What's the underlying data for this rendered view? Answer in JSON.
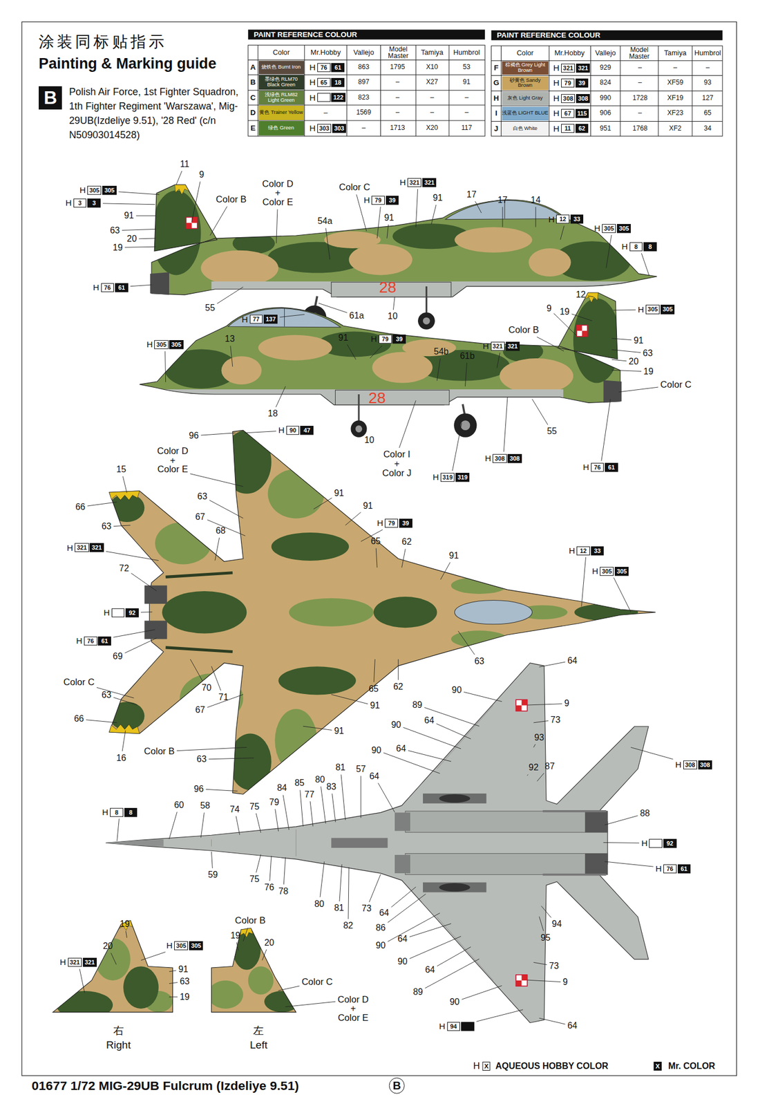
{
  "diagram": {
    "title": "Painting & Marking guide",
    "caption": "01677 1/72 MIG-29UB Fulcrum (Izdeliye 9.51)",
    "nodes": [
      {
        "text": [
          "B"
        ]
      }
    ],
    "labels": [
      "涂装同标贴指示",
      "Polish Air Force, 1st Fighter Squadron, 1th Fighter Regiment 'Warszawa', Mig-29UB(Izdeliye 9.51), '28 Red' (c/n N50903014528)",
      "PAINT REFERENCE COLOUR",
      "Color",
      "Mr.Hobby",
      "Vallejo",
      "Model Master",
      "Tamiya",
      "Humbrol",
      "A",
      "H",
      "76",
      "61",
      "863",
      "1795",
      "X10",
      "53",
      "B",
      "H",
      "65",
      "18",
      "897",
      "–",
      "X27",
      "91",
      "C",
      "H",
      "122",
      "823",
      "–",
      "–",
      "–",
      "D",
      "–",
      "1569",
      "–",
      "–",
      "–",
      "E",
      "H",
      "303",
      "303",
      "–",
      "1713",
      "X20",
      "117",
      "PAINT REFERENCE COLOUR",
      "Color",
      "Mr.Hobby",
      "Vallejo",
      "Model Master",
      "Tamiya",
      "Humbrol",
      "F",
      "H",
      "321",
      "321",
      "929",
      "–",
      "–",
      "–",
      "G",
      "H",
      "79",
      "39",
      "824",
      "–",
      "XF59",
      "93",
      "H",
      "H",
      "308",
      "308",
      "990",
      "1728",
      "XF19",
      "127",
      "I",
      "H",
      "67",
      "115",
      "906",
      "–",
      "XF23",
      "65",
      "J",
      "H",
      "11",
      "62",
      "951",
      "1768",
      "XF2",
      "34",
      "11",
      "9",
      "H",
      "305",
      "305",
      "H",
      "3",
      "3",
      "91",
      "63",
      "20",
      "19",
      "H",
      "76",
      "61",
      "Color B",
      "Color D",
      "+",
      "Color E",
      "54a",
      "Color C",
      "H",
      "321",
      "321",
      "H",
      "79",
      "39",
      "91",
      "91",
      "17",
      "17",
      "14",
      "H",
      "12",
      "33",
      "H",
      "305",
      "305",
      "H",
      "8",
      "8",
      "55",
      "H",
      "77",
      "137",
      "61a",
      "10",
      "28",
      "H",
      "305",
      "305",
      "13",
      "91",
      "H",
      "79",
      "39",
      "54b",
      "61b",
      "H",
      "321",
      "321",
      "Color B",
      "9",
      "19",
      "12",
      "H",
      "305",
      "305",
      "91",
      "63",
      "20",
      "19",
      "Color C",
      "18",
      "10",
      "28",
      "55",
      "Color I",
      "+",
      "Color J",
      "H",
      "308",
      "308",
      "H",
      "319",
      "319",
      "H",
      "76",
      "61",
      "96",
      "H",
      "90",
      "47",
      "Color D",
      "+",
      "Color E",
      "15",
      "63",
      "91",
      "91",
      "66",
      "67",
      "H",
      "79",
      "39",
      "63",
      "68",
      "65",
      "62",
      "91",
      "H",
      "321",
      "321",
      "H",
      "12",
      "33",
      "H",
      "305",
      "305",
      "72",
      "H",
      "92",
      "H",
      "76",
      "61",
      "69",
      "63",
      "Color C",
      "63",
      "70",
      "71",
      "65",
      "62",
      "91",
      "66",
      "67",
      "91",
      "16",
      "Color B",
      "63",
      "96",
      "64",
      "90",
      "9",
      "89",
      "73",
      "64",
      "90",
      "93",
      "64",
      "90",
      "92",
      "87",
      "H",
      "308",
      "308",
      "81",
      "57",
      "64",
      "80",
      "83",
      "85",
      "84",
      "77",
      "79",
      "75",
      "74",
      "H",
      "8",
      "8",
      "60",
      "58",
      "88",
      "H",
      "92",
      "H",
      "76",
      "61",
      "59",
      "75",
      "76",
      "78",
      "80",
      "81",
      "73",
      "64",
      "82",
      "86",
      "90",
      "64",
      "95",
      "94",
      "90",
      "64",
      "73",
      "9",
      "89",
      "90",
      "H",
      "94",
      "64",
      "19",
      "20",
      "H",
      "305",
      "305",
      "H",
      "321",
      "321",
      "91",
      "63",
      "19",
      "右",
      "Right",
      "Color B",
      "19",
      "20",
      "Color C",
      "Color D",
      "+",
      "Color E",
      "左",
      "Left",
      "H",
      "X",
      "X",
      "B"
    ],
    "legend": [
      {
        "text": "烧铁色 Burnt Iron",
        "color": "#5a4a3e"
      },
      {
        "text": "墨绿色 RLM70 Black Green",
        "color": "#2f3d2a"
      },
      {
        "text": "浅绿色 RLM82 Light Green",
        "color": "#63803f"
      },
      {
        "text": "黄色 Trainer Yellow",
        "color": "#c9b31e"
      },
      {
        "text": "绿色 Green",
        "color": "#4f7f2c"
      },
      {
        "text": "棕褐色 Grey Light Brown",
        "color": "#7a4e34"
      },
      {
        "text": "砂黄色 Sandy Brown",
        "color": "#c8a45e"
      },
      {
        "text": "灰色 Light Gray",
        "color": "#aeb3b0"
      },
      {
        "text": "浅蓝色 LIGHT BLUE",
        "color": "#7faacb"
      },
      {
        "text": "白色 White",
        "color": "#f2f2f2"
      },
      {
        "text": "AQUEOUS HOBBY COLOR"
      },
      {
        "text": "Mr. COLOR"
      }
    ]
  }
}
